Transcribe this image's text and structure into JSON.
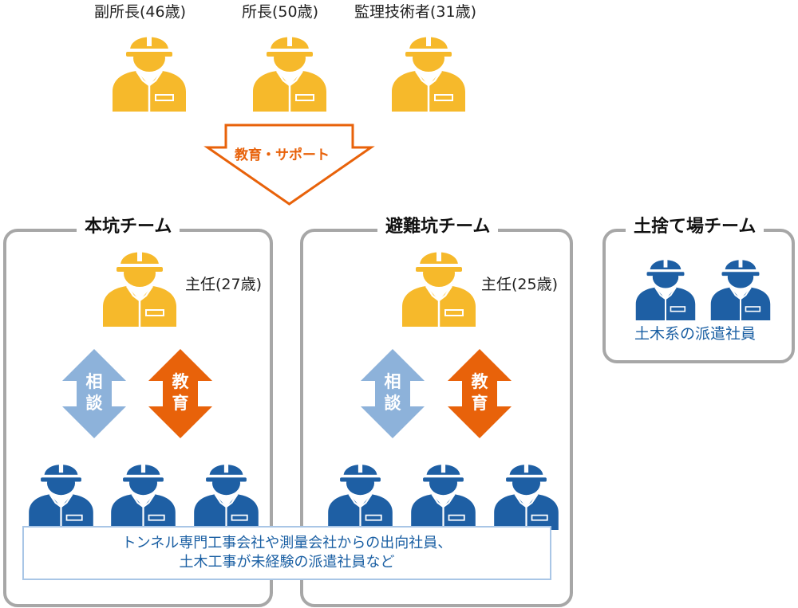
{
  "top_labels": {
    "deputy_manager": "副所長(46歳)",
    "manager": "所長(50歳)",
    "supervising_engineer": "監理技術者(31歳)"
  },
  "support_label": "教育・サポート",
  "teams": {
    "main_tunnel": {
      "title": "本坑チーム",
      "leader_label": "主任(27歳)",
      "consult_label": [
        "相",
        "談"
      ],
      "educate_label": [
        "教",
        "育"
      ]
    },
    "evacuation_tunnel": {
      "title": "避難坑チーム",
      "leader_label": "主任(25歳)",
      "consult_label": [
        "相",
        "談"
      ],
      "educate_label": [
        "教",
        "育"
      ]
    },
    "disposal_site": {
      "title": "土捨て場チーム",
      "members_label": "土木系の派遣社員"
    }
  },
  "note": {
    "line1": "トンネル専門工事会社や測量会社からの出向社員、",
    "line2": "土木工事が未経験の派遣社員など"
  },
  "colors": {
    "staff_yellow": "#f6b92b",
    "worker_blue": "#1e5fa4",
    "consult_arrow": "#8db2da",
    "educate_arrow": "#e8620a",
    "box_border": "#a7a7a7",
    "note_border": "#a9c6e6"
  }
}
